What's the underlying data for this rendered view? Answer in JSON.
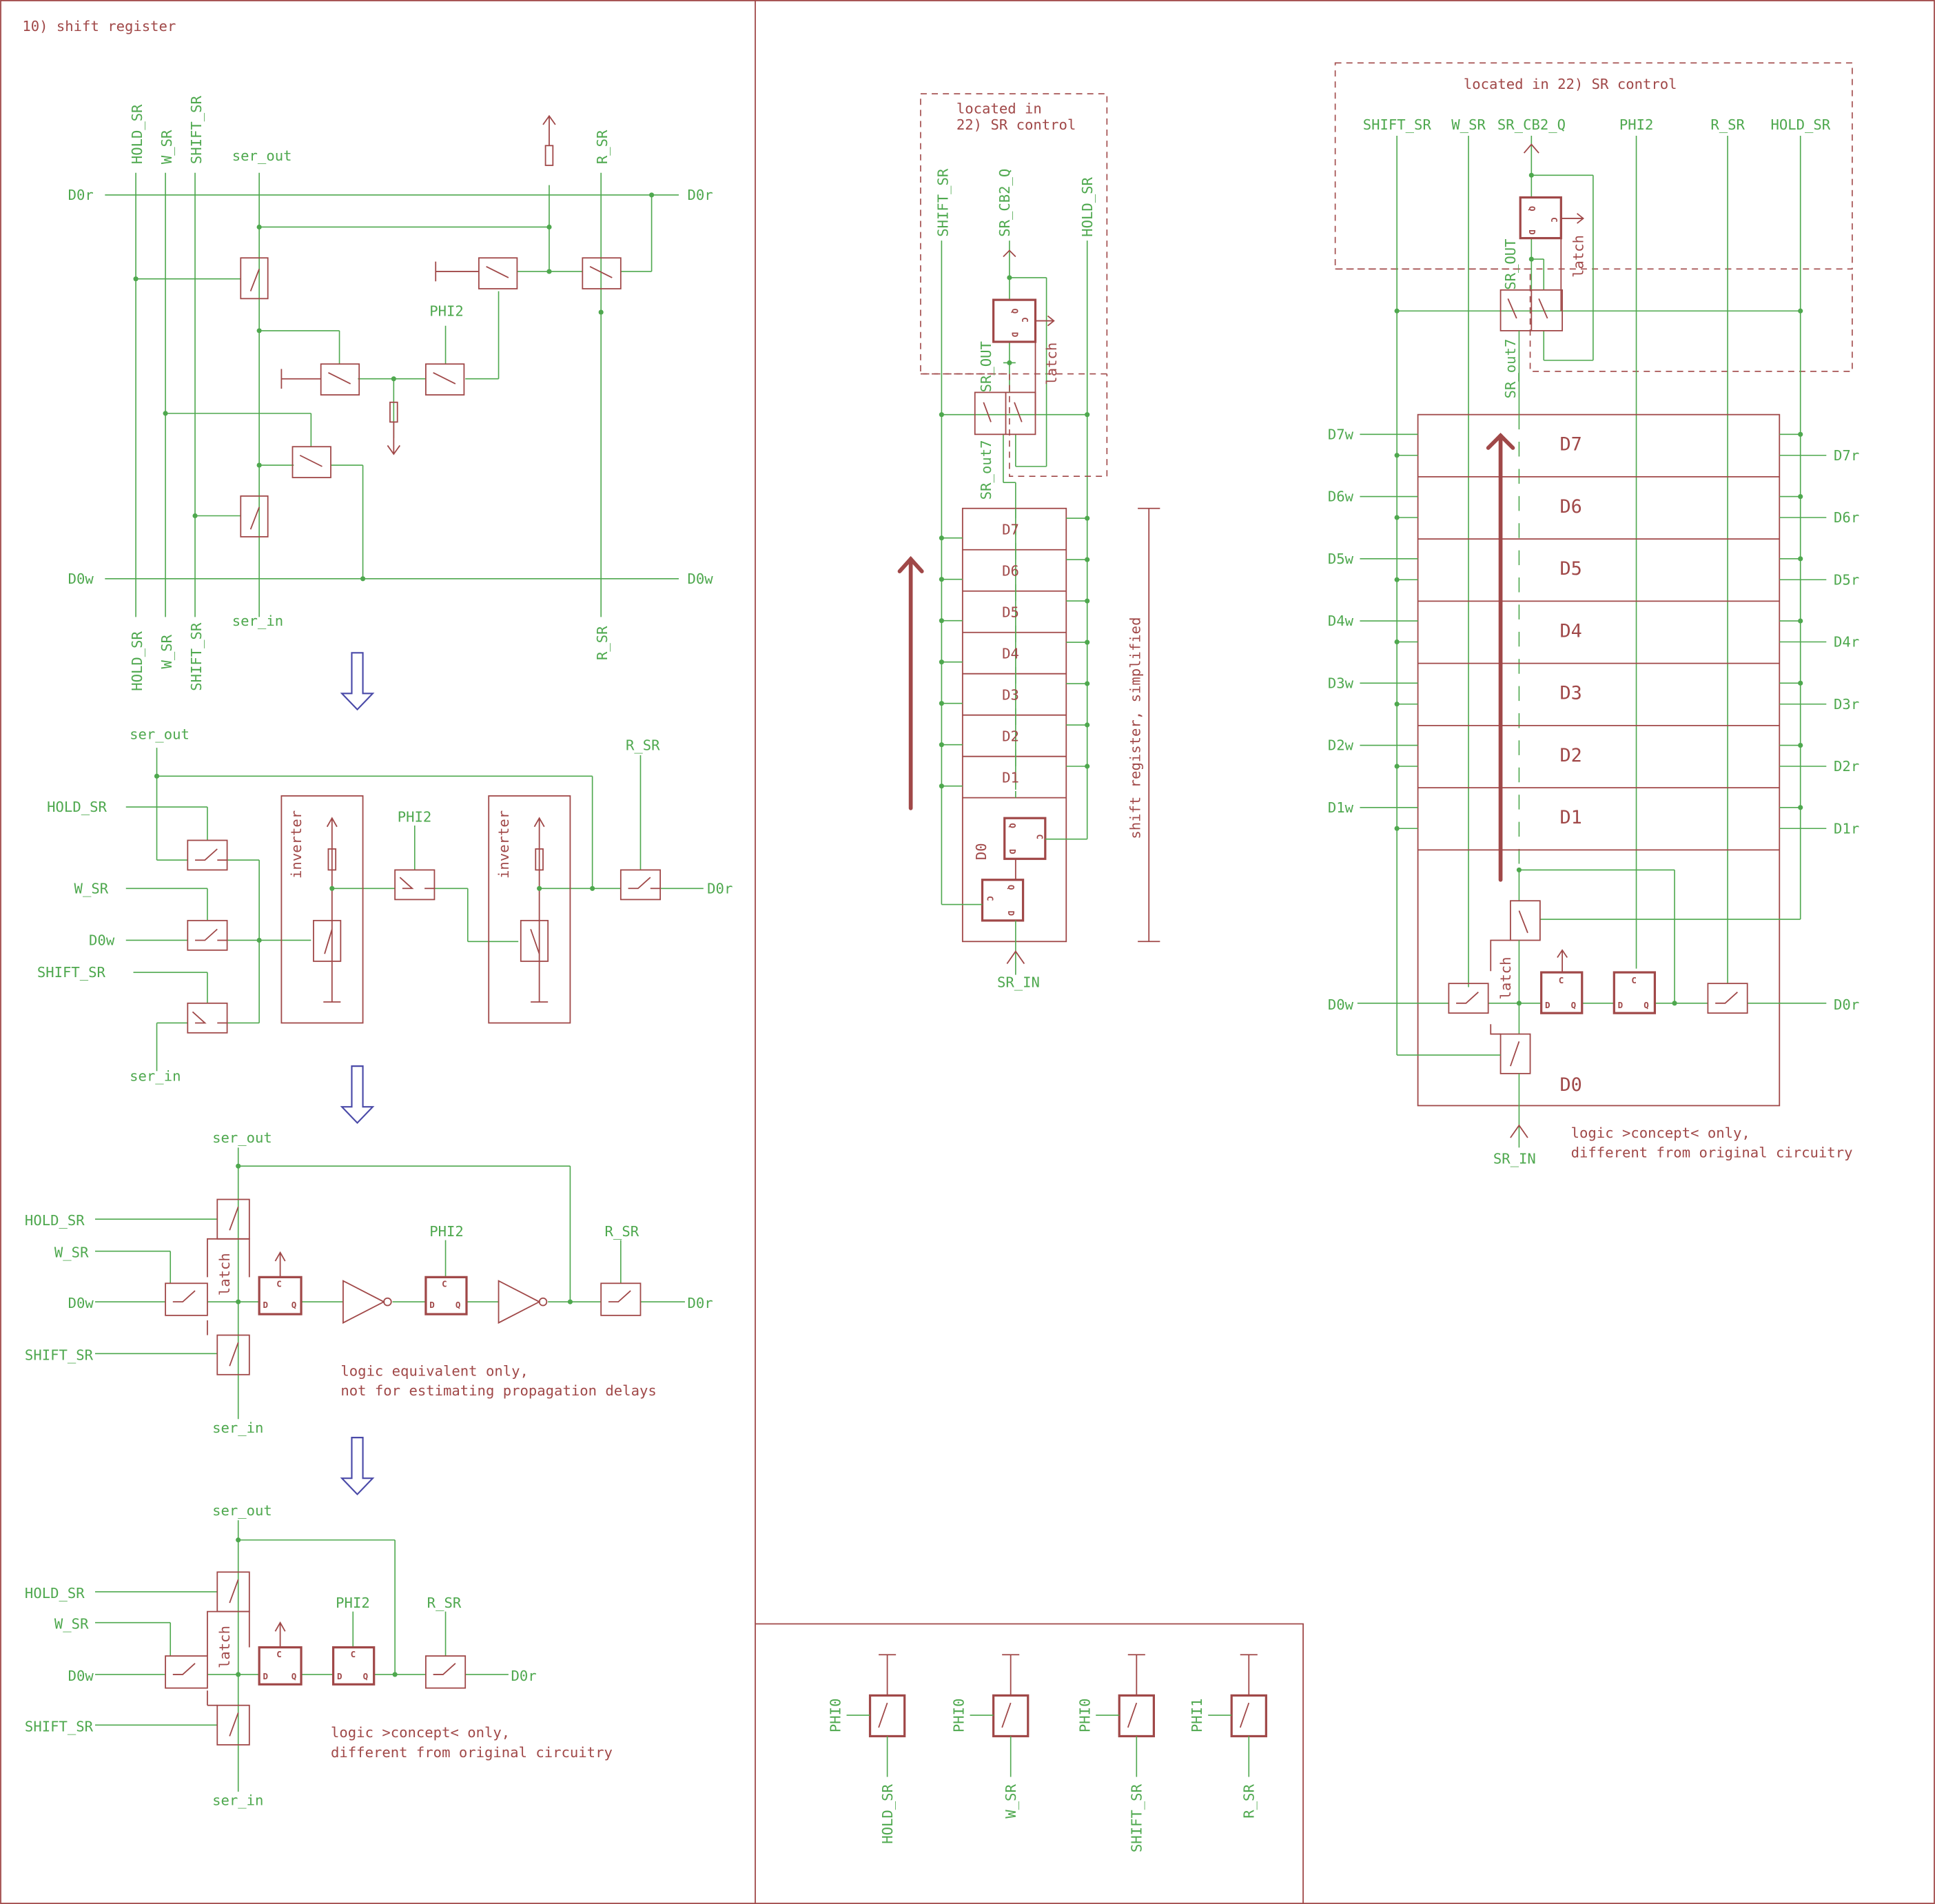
{
  "title": "10) shift register",
  "colors": {
    "wire": "#4ea84e",
    "component": "#a04848",
    "arrow": "#4a4aa8",
    "background": "#ffffff"
  },
  "panel1": {
    "signals_top": [
      "HOLD_SR",
      "W_SR",
      "SHIFT_SR",
      "ser_out",
      "R_SR"
    ],
    "signals_bottom": [
      "HOLD_SR",
      "W_SR",
      "SHIFT_SR",
      "ser_in",
      "R_SR"
    ],
    "d0r_left": "D0r",
    "d0r_right": "D0r",
    "d0w_left": "D0w",
    "d0w_right": "D0w",
    "phi2": "PHI2"
  },
  "panel2": {
    "ser_out": "ser_out",
    "r_sr": "R_SR",
    "hold_sr": "HOLD_SR",
    "w_sr": "W_SR",
    "d0w": "D0w",
    "shift_sr": "SHIFT_SR",
    "ser_in": "ser_in",
    "phi2": "PHI2",
    "d0r": "D0r",
    "inverter1": "inverter",
    "inverter2": "inverter"
  },
  "panel3": {
    "ser_out": "ser_out",
    "hold_sr": "HOLD_SR",
    "w_sr": "W_SR",
    "d0w": "D0w",
    "shift_sr": "SHIFT_SR",
    "ser_in": "ser_in",
    "phi2": "PHI2",
    "r_sr": "R_SR",
    "d0r": "D0r",
    "latch": "latch",
    "ff_c": "C",
    "ff_d": "D",
    "ff_q": "Q",
    "note_line1": "logic equivalent only,",
    "note_line2": "not for estimating propagation delays"
  },
  "panel4": {
    "ser_out": "ser_out",
    "hold_sr": "HOLD_SR",
    "w_sr": "W_SR",
    "d0w": "D0w",
    "shift_sr": "SHIFT_SR",
    "ser_in": "ser_in",
    "phi2": "PHI2",
    "r_sr": "R_SR",
    "d0r": "D0r",
    "latch": "latch",
    "ff_c": "C",
    "ff_d": "D",
    "ff_q": "Q",
    "note_line1": "logic >concept< only,",
    "note_line2": "different from original circuitry"
  },
  "middle": {
    "box_line1": "located in",
    "box_line2": "22) SR control",
    "shift_sr": "SHIFT_SR",
    "sr_cb2_q": "SR_CB2_Q",
    "hold_sr": "HOLD_SR",
    "sr_out": "SR_OUT",
    "sr_out7": "SR_out7",
    "latch": "latch",
    "cells": [
      "D7",
      "D6",
      "D5",
      "D4",
      "D3",
      "D2",
      "D1"
    ],
    "d0": "D0",
    "sr_in": "SR_IN",
    "side_label": "shift register, simplified",
    "ff_c": "C",
    "ff_d": "D",
    "ff_q": "Q"
  },
  "right": {
    "box_label": "located in 22) SR control",
    "signals": [
      "SHIFT_SR",
      "W_SR",
      "SR_CB2_Q",
      "PHI2",
      "R_SR",
      "HOLD_SR"
    ],
    "sr_out": "SR_OUT",
    "sr_out7": "SR_out7",
    "latch": "latch",
    "latch2": "latch",
    "cells": [
      "D7",
      "D6",
      "D5",
      "D4",
      "D3",
      "D2",
      "D1"
    ],
    "write_pins": [
      "D7w",
      "D6w",
      "D5w",
      "D4w",
      "D3w",
      "D2w",
      "D1w"
    ],
    "read_pins": [
      "D7r",
      "D6r",
      "D5r",
      "D4r",
      "D3r",
      "D2r",
      "D1r"
    ],
    "d0w": "D0w",
    "d0r": "D0r",
    "d0": "D0",
    "sr_in": "SR_IN",
    "ff_c": "C",
    "ff_d": "D",
    "ff_q": "Q",
    "note_line1": "logic >concept< only,",
    "note_line2": "different from original circuitry"
  },
  "bottom_panel": {
    "switches": [
      {
        "gate": "PHI0",
        "signal": "HOLD_SR"
      },
      {
        "gate": "PHI0",
        "signal": "W_SR"
      },
      {
        "gate": "PHI0",
        "signal": "SHIFT_SR"
      },
      {
        "gate": "PHI1",
        "signal": "R_SR"
      }
    ]
  }
}
